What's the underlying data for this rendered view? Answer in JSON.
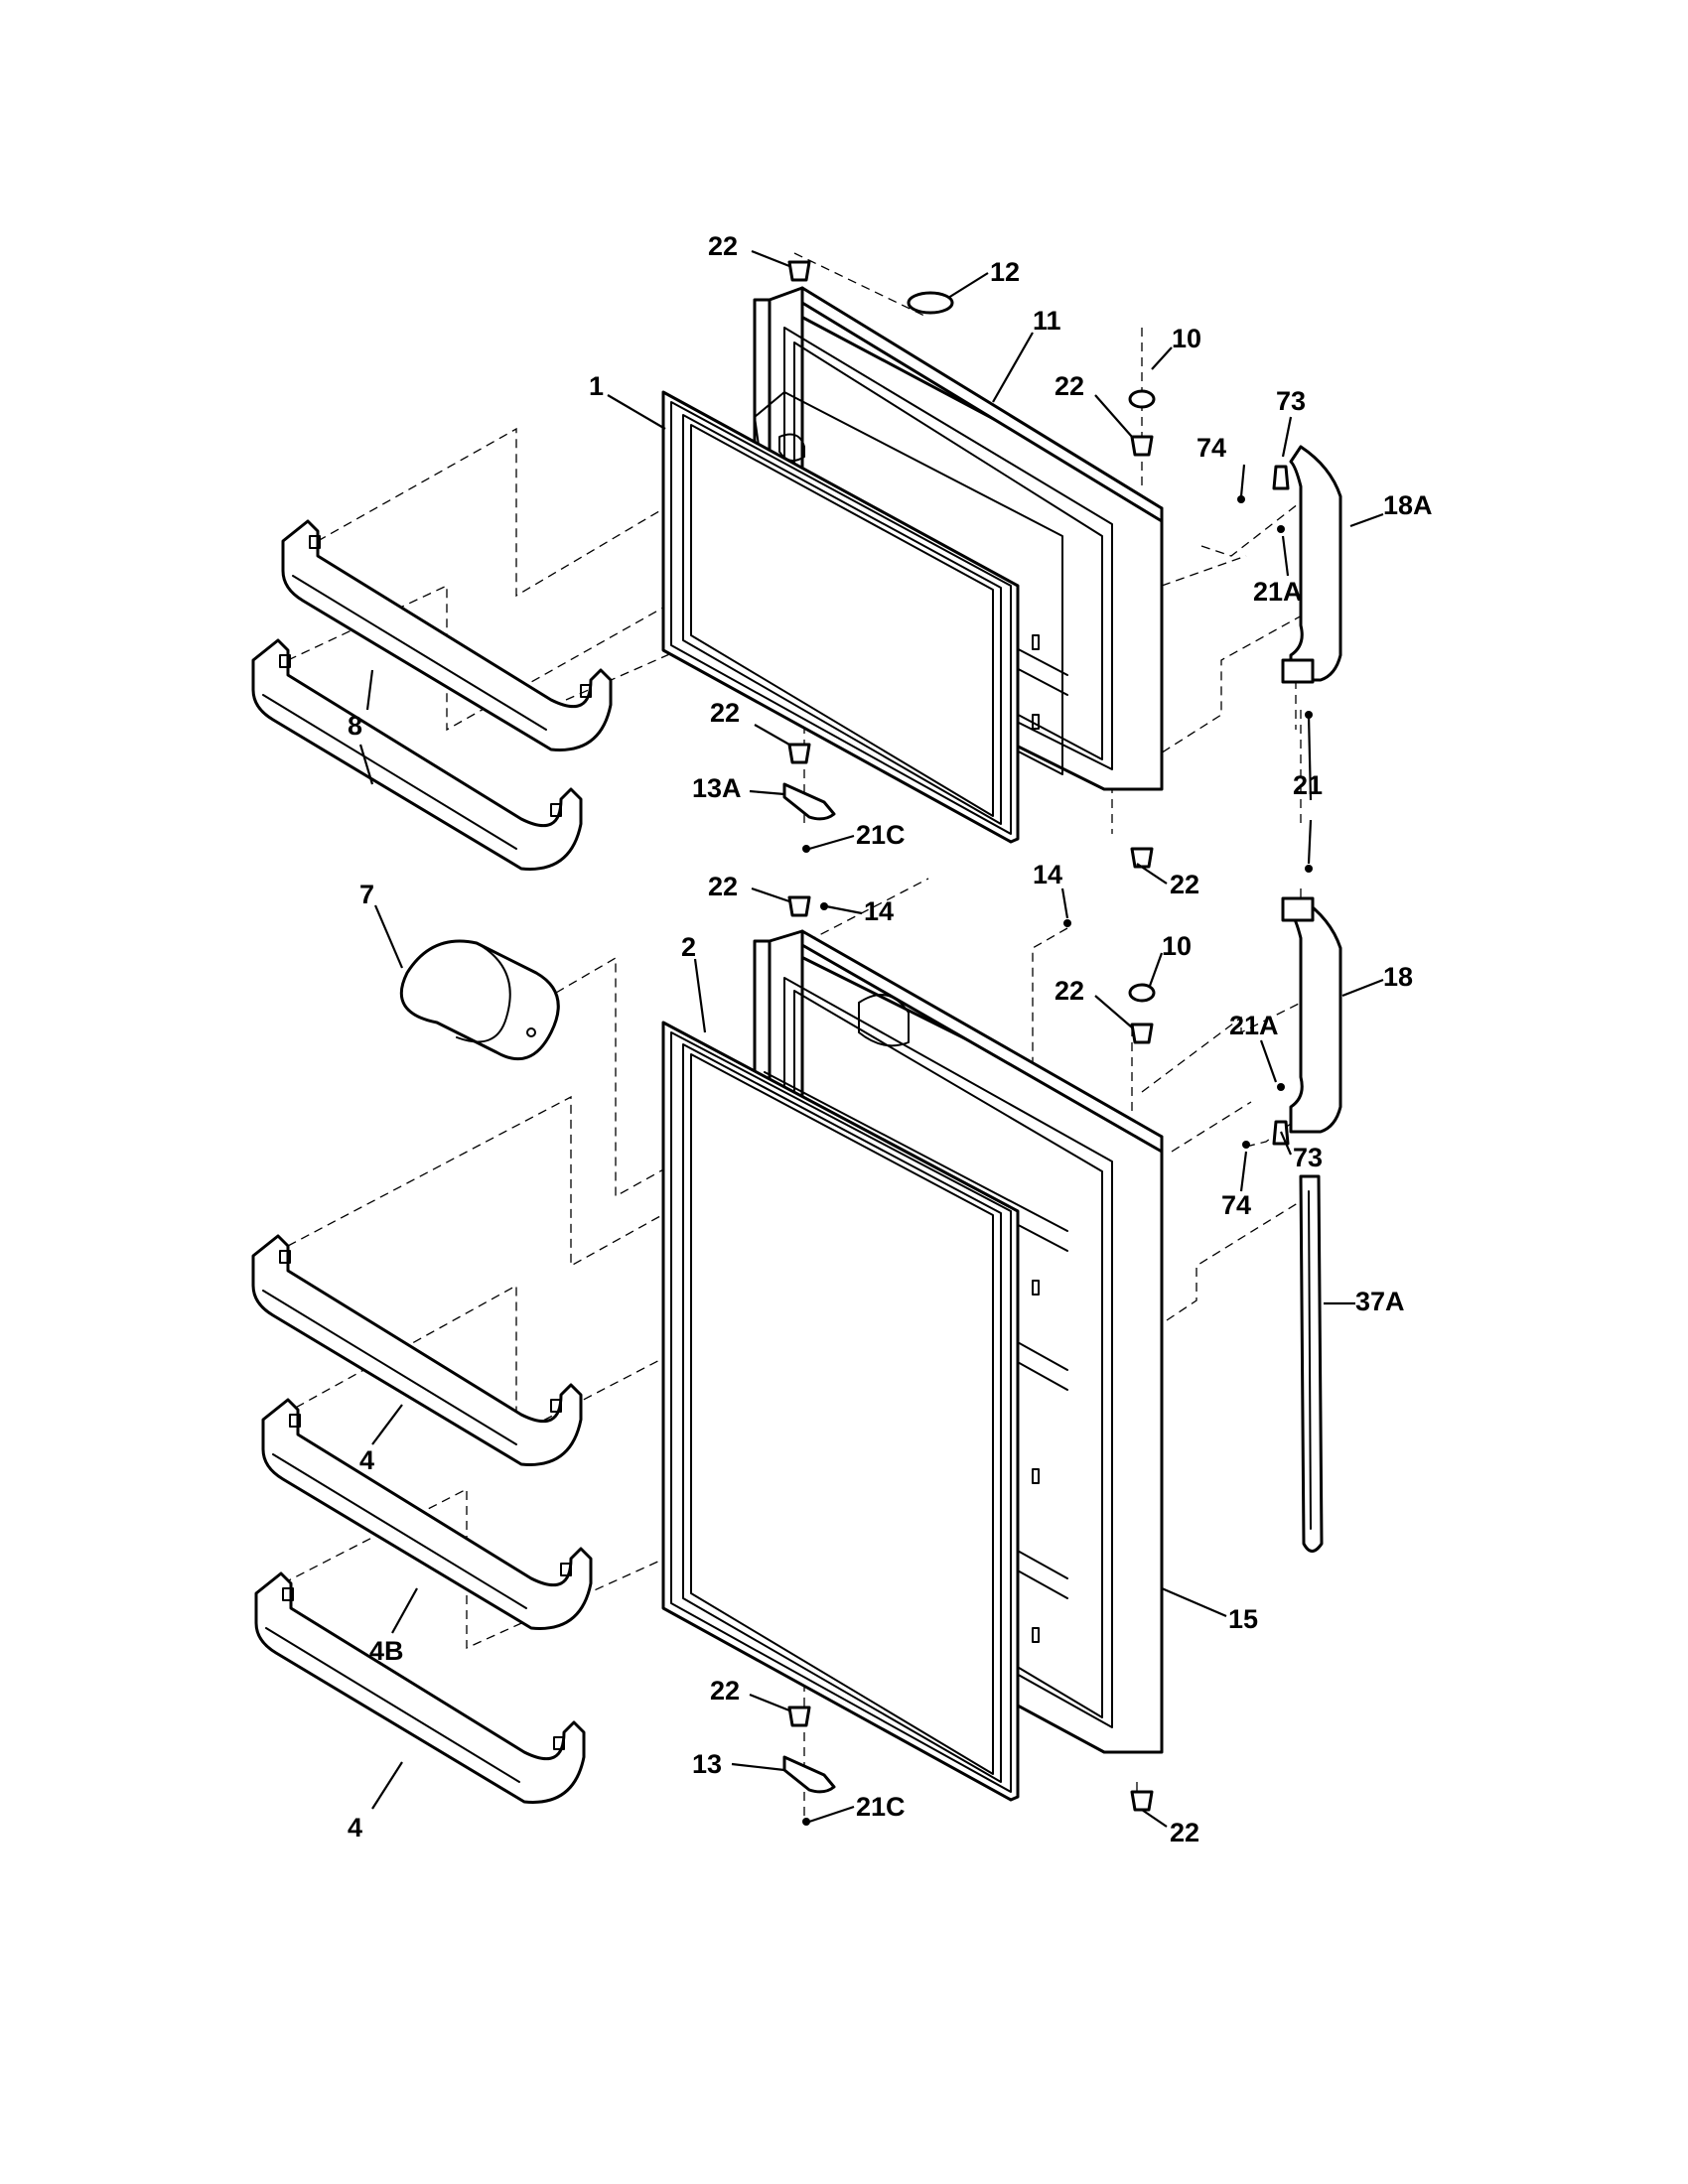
{
  "callouts": {
    "c1": "1",
    "c2": "2",
    "c4a": "4",
    "c4b": "4",
    "c4B": "4B",
    "c7": "7",
    "c8": "8",
    "c10a": "10",
    "c10b": "10",
    "c11": "11",
    "c12": "12",
    "c13": "13",
    "c13A": "13A",
    "c14a": "14",
    "c14b": "14",
    "c15": "15",
    "c18": "18",
    "c18A": "18A",
    "c21": "21",
    "c21Aa": "21A",
    "c21Ab": "21A",
    "c21Ca": "21C",
    "c21Cb": "21C",
    "c22a": "22",
    "c22b": "22",
    "c22c": "22",
    "c22d": "22",
    "c22e": "22",
    "c22f": "22",
    "c22g": "22",
    "c22h": "22",
    "c37A": "37A",
    "c73a": "73",
    "c73b": "73",
    "c74a": "74",
    "c74b": "74"
  }
}
